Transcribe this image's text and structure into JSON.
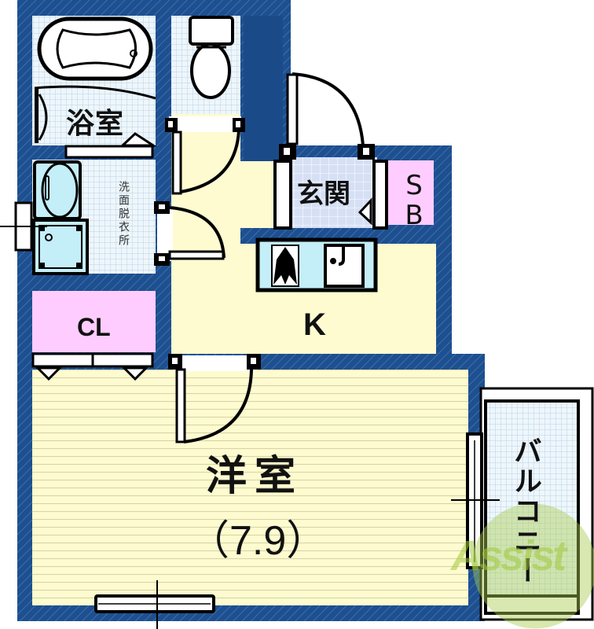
{
  "floor_plan": {
    "colors": {
      "wall": "#1e4f8f",
      "wall_hatch": "#3a6fb0",
      "tile_bg": "#e8f2f8",
      "tile_grid": "#b8d3e6",
      "entry_tile_bg": "#d6e0f5",
      "floor_yellow": "#fefbd0",
      "floor_stripe": "#d8d4a8",
      "closet_pink": "#ffccff",
      "fixture_blue": "#c4eef8",
      "watermark_green": "#a8cc50"
    },
    "rooms": {
      "bathroom": {
        "label": "浴室"
      },
      "washroom": {
        "label": "洗面脱衣所"
      },
      "toilet": {
        "label": ""
      },
      "entrance": {
        "label": "玄関"
      },
      "shoe_box": {
        "label": "SB"
      },
      "kitchen": {
        "label": "K"
      },
      "closet": {
        "label": "CL"
      },
      "western_room": {
        "label": "洋室",
        "size": "（7.9）"
      },
      "balcony": {
        "label": "バルコニー"
      }
    },
    "watermark": {
      "text": "Assist"
    }
  }
}
